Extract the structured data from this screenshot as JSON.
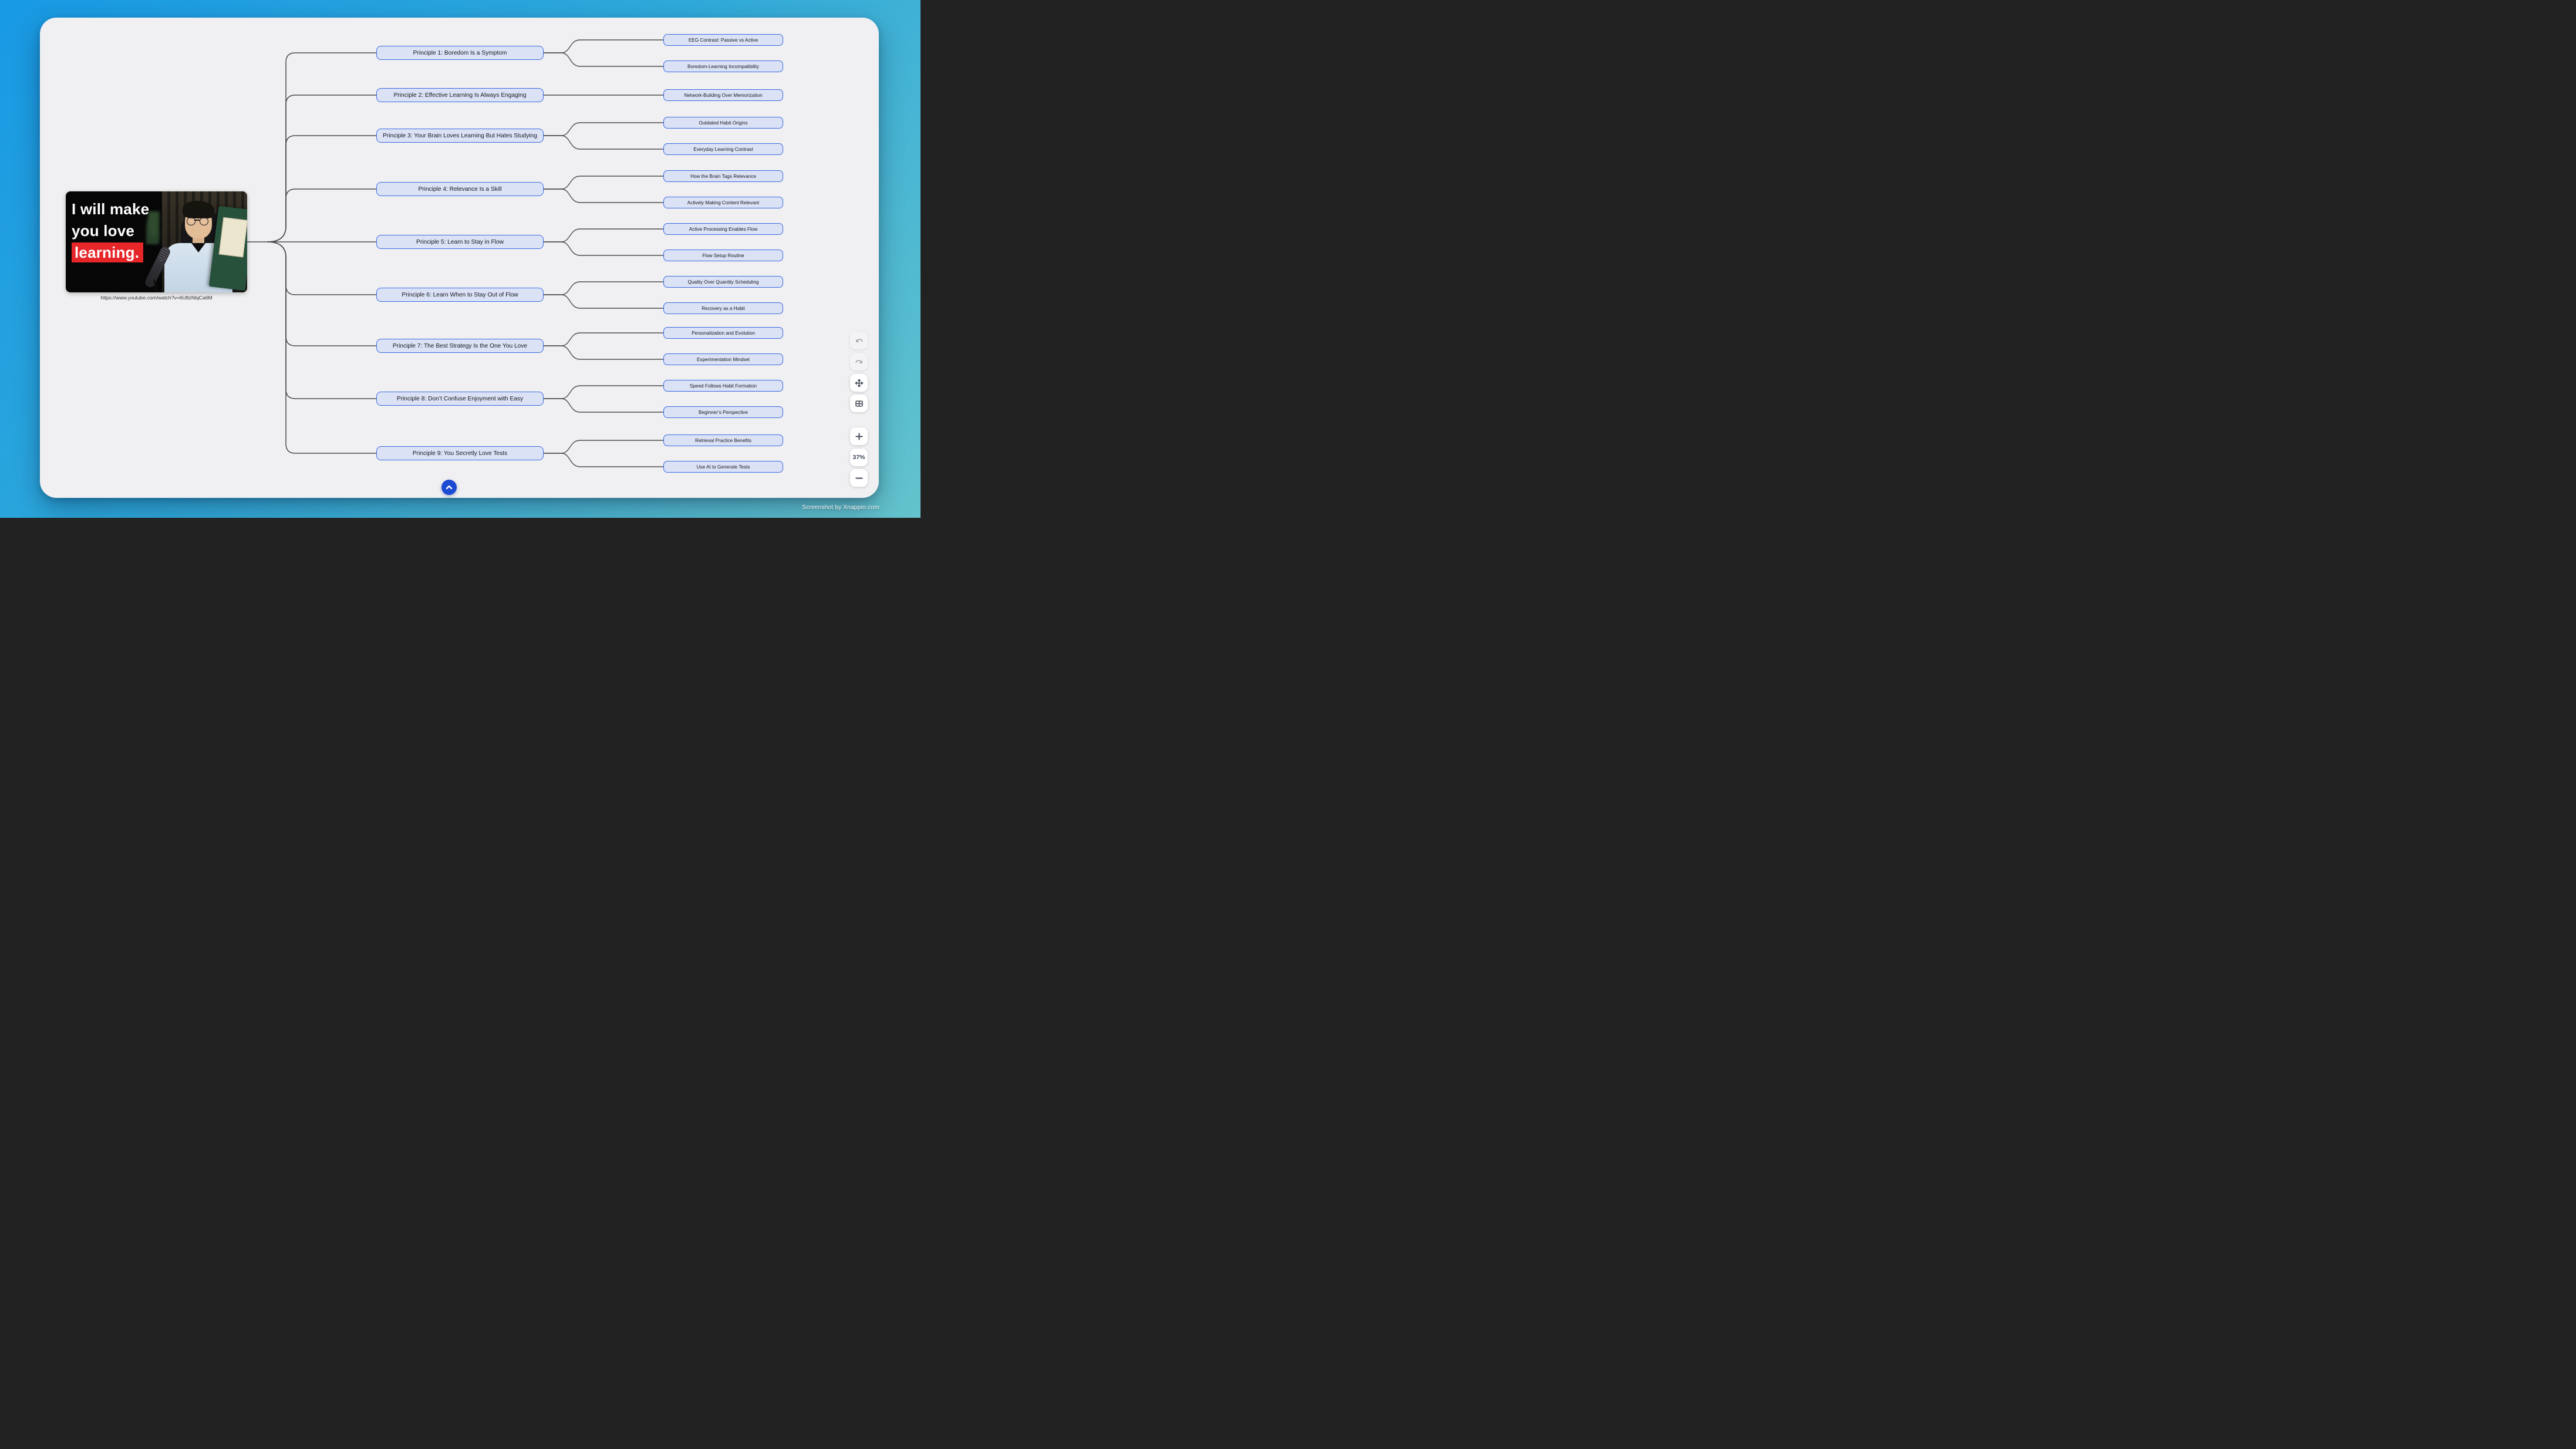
{
  "video": {
    "thumbnail_line1": "I will make",
    "thumbnail_line2": "you love",
    "thumbnail_line3": "learning.",
    "url": "https://www.youtube.com/watch?v=6U8zNlqCa6M"
  },
  "mindmap": {
    "principles": [
      {
        "label": "Principle 1: Boredom Is a Symptom",
        "children": [
          "EEG Contrast: Passive vs Active",
          "Boredom-Learning Incompatibility"
        ]
      },
      {
        "label": "Principle 2: Effective Learning Is Always Engaging",
        "children": [
          "Network-Building Over Memorization"
        ]
      },
      {
        "label": "Principle 3: Your Brain Loves Learning But Hates Studying",
        "children": [
          "Outdated Habit Origins",
          "Everyday Learning Contrast"
        ]
      },
      {
        "label": "Principle 4: Relevance Is a Skill",
        "children": [
          "How the Brain Tags Relevance",
          "Actively Making Content Relevant"
        ]
      },
      {
        "label": "Principle 5: Learn to Stay in Flow",
        "children": [
          "Active Processing Enables Flow",
          "Flow Setup Routine"
        ]
      },
      {
        "label": "Principle 6: Learn When to Stay Out of Flow",
        "children": [
          "Quality Over Quantity Scheduling",
          "Recovery as a Habit"
        ]
      },
      {
        "label": "Principle 7: The Best Strategy Is the One You Love",
        "children": [
          "Personalization and Evolution",
          "Experimentation Mindset"
        ]
      },
      {
        "label": "Principle 8: Don’t Confuse Enjoyment with Easy",
        "children": [
          "Speed Follows Habit Formation",
          "Beginner’s Perspective"
        ]
      },
      {
        "label": "Principle 9: You Secretly Love Tests",
        "children": [
          "Retrieval Practice Benefits",
          "Use AI to Generate Tests"
        ]
      }
    ]
  },
  "toolbar": {
    "zoom_level": "37%",
    "buttons": [
      "undo",
      "redo",
      "pan",
      "grid",
      "zoom-in",
      "zoom-level",
      "zoom-out"
    ]
  },
  "scroll_button": {
    "icon": "chevron-up"
  },
  "watermark": "Screenshot by Xnapper.com",
  "colors": {
    "node_fill": "#dbe2f6",
    "node_border": "#3b6be0",
    "edge": "#4d4d50",
    "accent_blue": "#1b4bd2",
    "canvas_bg": "#f0f0f2",
    "background_start": "#1899e4",
    "background_end": "#64c3cc",
    "thumbnail_red": "#e62629"
  }
}
